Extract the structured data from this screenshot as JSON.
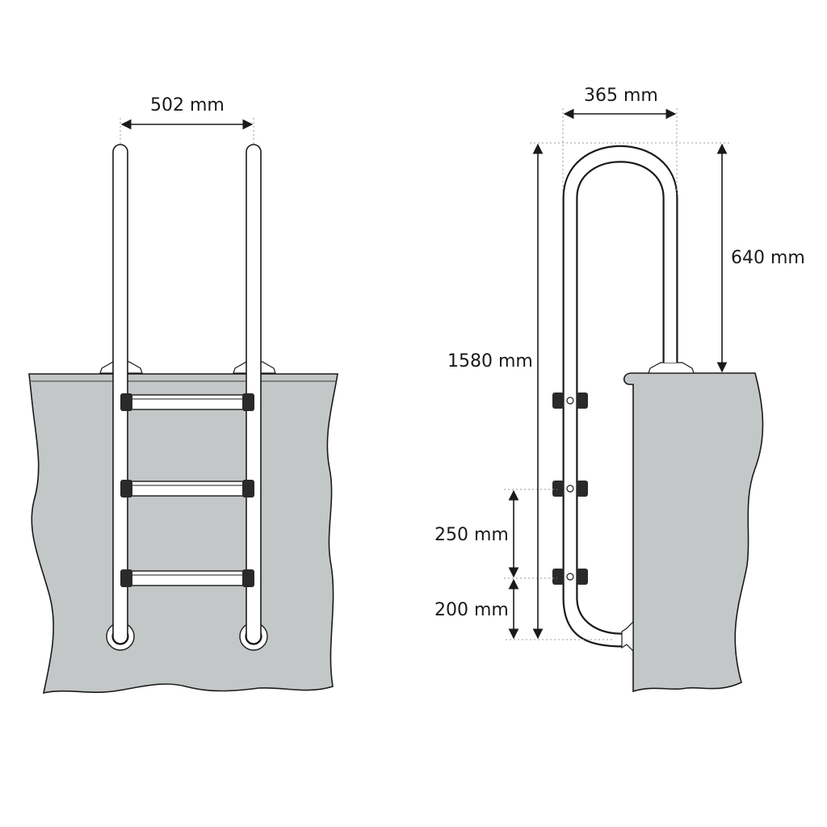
{
  "colors": {
    "wall_fill": "#c4c7c8",
    "line": "#1a1a1a",
    "pipe_fill": "#ffffff",
    "dotted": "#9a9a9a"
  },
  "front_view": {
    "rail_spacing_label": "502 mm",
    "steps": 3
  },
  "side_view": {
    "depth_label": "365 mm",
    "above_deck_label": "640 mm",
    "total_height_label": "1580 mm",
    "step_spacing_label": "250 mm",
    "bottom_offset_label": "200 mm",
    "steps": 3
  }
}
